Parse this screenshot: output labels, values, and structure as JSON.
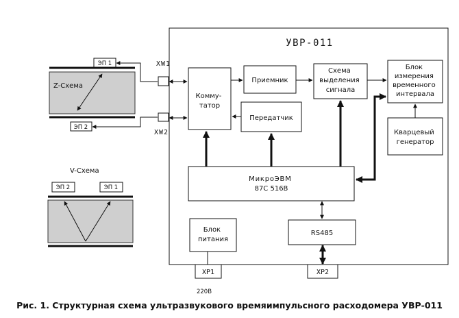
{
  "diagram": {
    "device_title": "УВР-011",
    "blocks": {
      "commutator": [
        "Комму-",
        "татор"
      ],
      "receiver": "Приемник",
      "signal_extraction": [
        "Схема",
        "выделения",
        "сигнала"
      ],
      "time_interval": [
        "Блок",
        "измерения",
        "временного",
        "интервала"
      ],
      "transmitter": "Передатчик",
      "quartz": [
        "Кварцевый",
        "генератор"
      ],
      "micro_computer": [
        "МикроЭВМ",
        "87С 516В"
      ],
      "power_supply": [
        "Блок",
        "питания"
      ],
      "rs485": "RS485"
    },
    "connectors": {
      "xw1": "XW1",
      "xw2": "XW2",
      "xp1": "XP1",
      "xp2": "XP2"
    },
    "mains_voltage": "220В",
    "z_scheme": {
      "label": "Z-Схема",
      "ep1": "ЭП 1",
      "ep2": "ЭП 2"
    },
    "v_scheme": {
      "label": "V-Схема",
      "ep1": "ЭП 1",
      "ep2": "ЭП 2"
    }
  },
  "caption": "Рис. 1. Структурная схема ультразвукового времяимпульсного расходомера УВР-011"
}
